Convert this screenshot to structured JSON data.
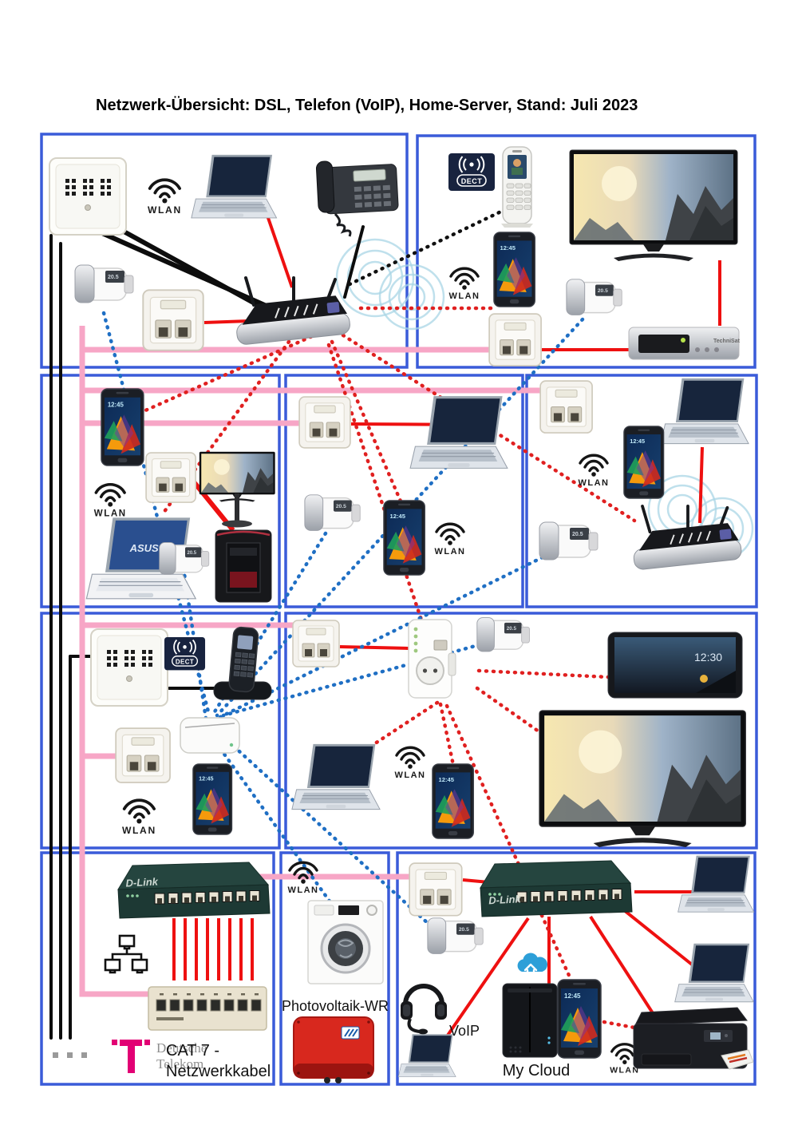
{
  "title": "Netzwerk-Übersicht: DSL, Telefon (VoIP), Home-Server, Stand: Juli 2023",
  "labels": {
    "wlan": "WLAN",
    "dect": "DECT",
    "voip": "VoIP",
    "my_cloud": "My Cloud",
    "photovoltaik": "Photovoltaik-WR",
    "cat7_line1": "CAT 7 -",
    "cat7_line2": "Netzwerkkabel",
    "telekom_line1": "Deutsche",
    "telekom_line2": "Telekom",
    "technisat": "TechniSat",
    "dlink": "D-Link",
    "asus": "ASUS",
    "phone_time": "12:45",
    "tablet_time": "12:30",
    "thermostat_display": "20.5"
  },
  "colors": {
    "box_border": "#3a5bd9",
    "phone_line_pink": "#f7a6c6",
    "lan_cable_red": "#ee1010",
    "wlan_link_red_dotted": "#e02020",
    "smarthome_link_blue_dotted": "#1f6fc4",
    "dsl_cable_black": "#0d0d0d",
    "telekom_magenta": "#e20074"
  }
}
